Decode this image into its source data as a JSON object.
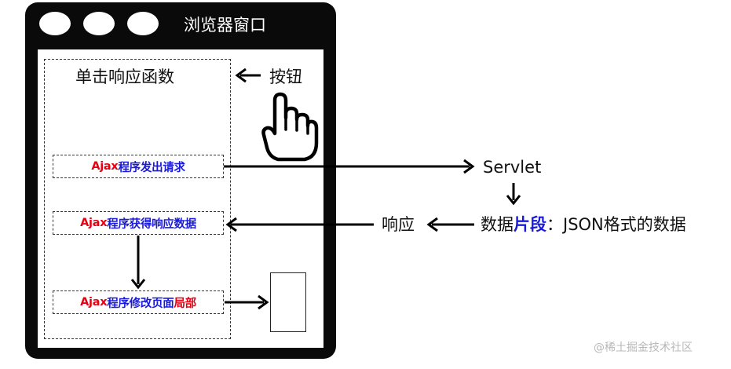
{
  "browser": {
    "title": "浏览器窗口"
  },
  "handler": {
    "label": "单击响应函数"
  },
  "steps": [
    {
      "prefix": "Ajax",
      "text": "程序发出请求",
      "suffix": ""
    },
    {
      "prefix": "Ajax",
      "text": "程序获得响应数据",
      "suffix": ""
    },
    {
      "prefix": "Ajax",
      "text": "程序修改页面",
      "suffix": "局部"
    }
  ],
  "button": {
    "label": "按钮"
  },
  "server": {
    "label": "Servlet"
  },
  "response": {
    "label": "响应"
  },
  "fragment": {
    "prefix": "数据",
    "highlight": "片段",
    "suffix": "：JSON格式的数据"
  },
  "watermark": "@稀土掘金技术社区",
  "colors": {
    "ajax": "#e60012",
    "emphasis": "#1a1adb",
    "frame": "#0a0a0a"
  },
  "icons": {
    "pointer": "pointing-hand-icon"
  }
}
